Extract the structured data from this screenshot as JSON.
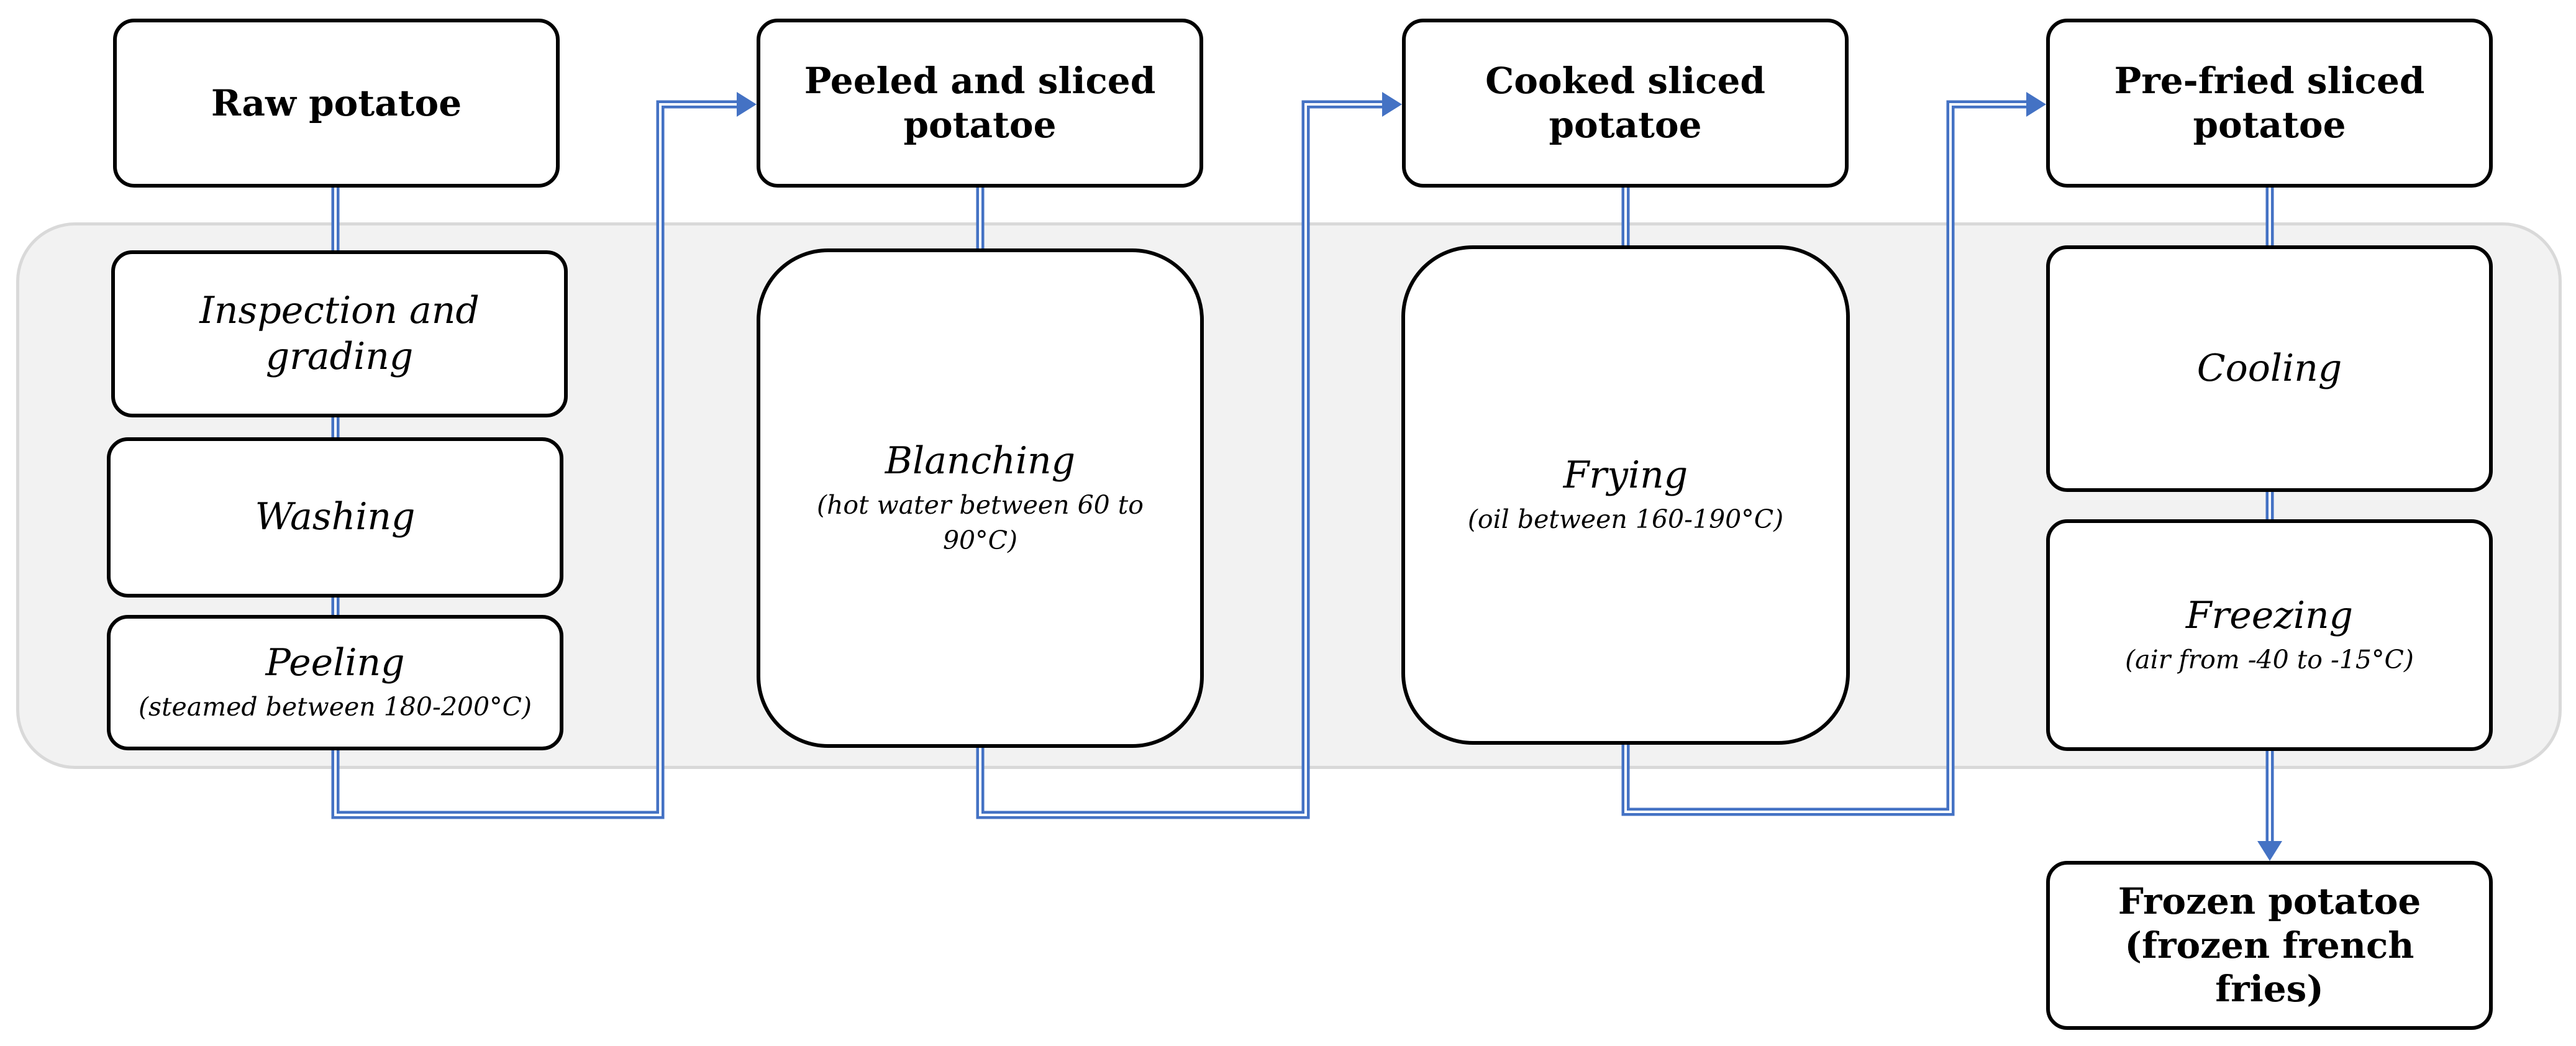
{
  "colors": {
    "connector": "#4472c4",
    "band_fill": "#f2f2f2",
    "band_border": "#d9d9d9"
  },
  "states": {
    "raw": "Raw potatoe",
    "peeled_sliced": "Peeled and sliced potatoe",
    "cooked_sliced": "Cooked sliced potatoe",
    "prefried_sliced": "Pre-fried sliced potatoe",
    "frozen": "Frozen potatoe (frozen french fries)"
  },
  "steps": {
    "inspection": {
      "label": "Inspection and grading"
    },
    "washing": {
      "label": "Washing"
    },
    "peeling": {
      "label": "Peeling",
      "detail": "(steamed between 180-200°C)"
    },
    "blanching": {
      "label": "Blanching",
      "detail": "(hot water between 60 to 90°C)"
    },
    "frying": {
      "label": "Frying",
      "detail": "(oil between 160-190°C)"
    },
    "cooling": {
      "label": "Cooling"
    },
    "freezing": {
      "label": "Freezing",
      "detail": "(air from -40 to -15°C)"
    }
  }
}
